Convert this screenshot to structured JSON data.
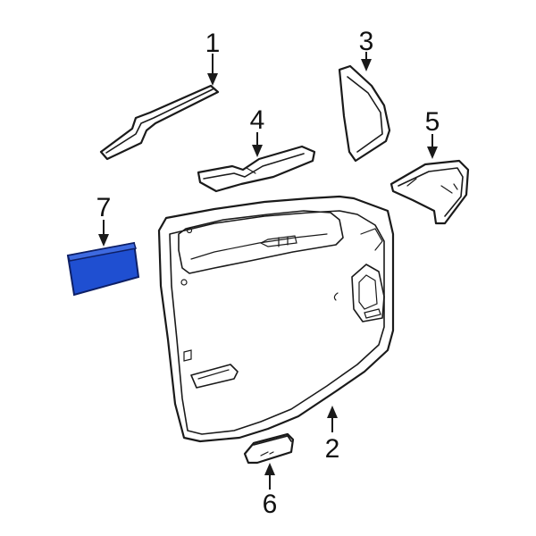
{
  "callouts": {
    "c1": "1",
    "c2": "2",
    "c3": "3",
    "c4": "4",
    "c5": "5",
    "c6": "6",
    "c7": "7"
  },
  "colors": {
    "highlight": "#1f4fd1",
    "line": "#1a1a1a",
    "background": "#ffffff"
  }
}
